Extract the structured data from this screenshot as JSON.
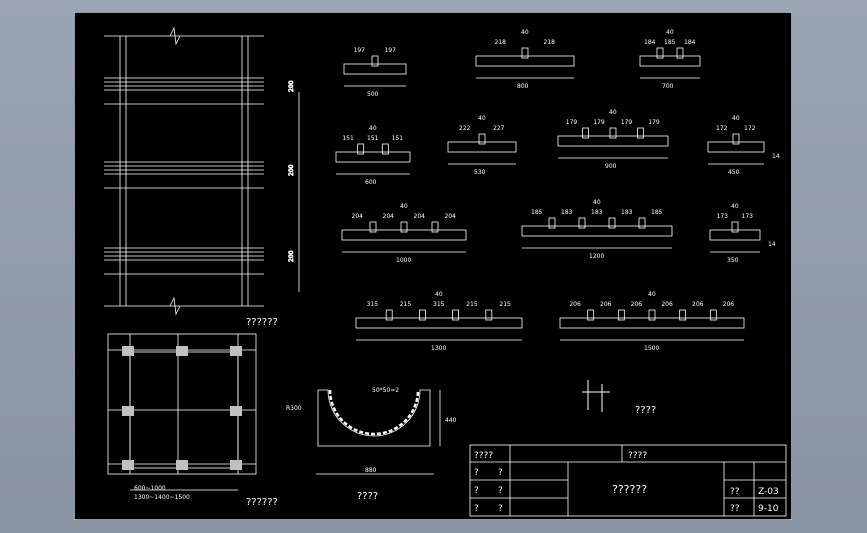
{
  "title_block": {
    "designer": "????",
    "checker": "????",
    "drawing_title": "??????",
    "scale_label": "??",
    "scale_value": "Z-03",
    "sheet_label": "??",
    "sheet_value": "9-10",
    "row_a": "?",
    "row_b": "?",
    "row_c": "?",
    "row_d": "?",
    "row_e": "?",
    "row_f": "?"
  },
  "captions": {
    "ladder": "??????",
    "plan": "??????",
    "saddle": "????",
    "detail": "????"
  },
  "panels": [
    {
      "dims": [
        "197",
        "197"
      ],
      "top": "",
      "total": "500"
    },
    {
      "dims": [
        "218",
        "218"
      ],
      "top": "40",
      "total": "800"
    },
    {
      "dims": [
        "184",
        "185",
        "184"
      ],
      "top": "40",
      "total": "700"
    },
    {
      "dims": [
        "151",
        "151",
        "151"
      ],
      "top": "40",
      "total": "600"
    },
    {
      "dims": [
        "222",
        "227"
      ],
      "top": "40",
      "total": "530"
    },
    {
      "dims": [
        "179",
        "179",
        "179",
        "179"
      ],
      "top": "40",
      "total": "900"
    },
    {
      "dims": [
        "172",
        "172"
      ],
      "top": "40",
      "total": "450",
      "side": "14"
    },
    {
      "dims": [
        "204",
        "204",
        "204",
        "204"
      ],
      "top": "40",
      "total": "1000"
    },
    {
      "dims": [
        "185",
        "183",
        "183",
        "183",
        "185"
      ],
      "top": "40",
      "total": "1200"
    },
    {
      "dims": [
        "173",
        "173"
      ],
      "top": "40",
      "total": "350",
      "side": "14"
    },
    {
      "dims": [
        "315",
        "215",
        "315",
        "215",
        "215"
      ],
      "top": "40",
      "total": "1300"
    },
    {
      "dims": [
        "206",
        "206",
        "206",
        "206",
        "206",
        "206"
      ],
      "top": "40",
      "total": "1500"
    }
  ],
  "saddle": {
    "width": "880",
    "height": "440",
    "radius_note": "50*50=2",
    "label": "R300"
  },
  "plan_notes": [
    "600~1000",
    "1300~1400~1500"
  ],
  "ladder_dims": [
    "200",
    "200",
    "200"
  ]
}
